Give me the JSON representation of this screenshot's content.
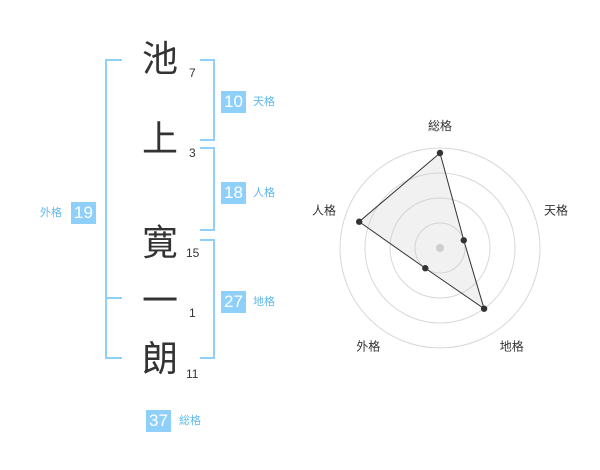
{
  "name": {
    "characters": [
      {
        "char": "池",
        "strokes": "7"
      },
      {
        "char": "上",
        "strokes": "3"
      },
      {
        "char": "寛",
        "strokes": "15"
      },
      {
        "char": "一",
        "strokes": "1"
      },
      {
        "char": "朗",
        "strokes": "11"
      }
    ]
  },
  "fortunes": {
    "ten": {
      "value": "10",
      "label": "天格"
    },
    "jin": {
      "value": "18",
      "label": "人格"
    },
    "chi": {
      "value": "27",
      "label": "地格"
    },
    "gai": {
      "value": "19",
      "label": "外格"
    },
    "sou": {
      "value": "37",
      "label": "総格"
    }
  },
  "colors": {
    "accent": "#8fd0fb",
    "label": "#5fb8ee",
    "bracket": "#8fd0fb"
  },
  "chart_data": {
    "type": "radar",
    "axes": [
      "総格",
      "天格",
      "地格",
      "外格",
      "人格"
    ],
    "values": [
      0.95,
      0.25,
      0.75,
      0.25,
      0.85
    ],
    "max": 1,
    "rings": 4,
    "grid": true
  }
}
